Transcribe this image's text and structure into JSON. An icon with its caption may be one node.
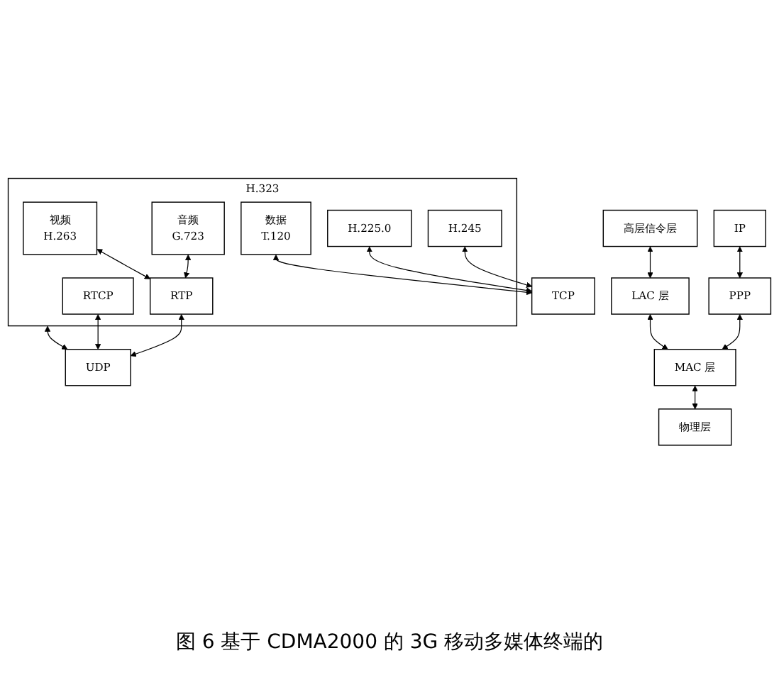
{
  "diagram": {
    "caption": "图 6 基于 CDMA2000 的 3G 移动多媒体终端的",
    "nodes": [
      {
        "text": [
          "H.323"
        ]
      },
      {
        "text": [
          "视频",
          "H.263"
        ],
        "in": 0
      },
      {
        "text": [
          "音频",
          "G.723"
        ],
        "in": 0
      },
      {
        "text": [
          "数据",
          "T.120"
        ],
        "in": 0
      },
      {
        "text": [
          "RTP"
        ],
        "in": 0
      },
      {
        "text": [
          "RTCP"
        ],
        "in": 0
      },
      {
        "text": [
          "H.225.0"
        ],
        "in": 0
      },
      {
        "text": [
          "H.245"
        ],
        "in": 0
      },
      {
        "text": [
          "高层信令层"
        ]
      },
      {
        "text": [
          "UDP"
        ]
      },
      {
        "text": [
          "TCP"
        ]
      },
      {
        "text": [
          "IP"
        ]
      },
      {
        "text": [
          "LAC 层"
        ]
      },
      {
        "text": [
          "PPP"
        ]
      },
      {
        "text": [
          "MAC 层"
        ]
      },
      {
        "text": [
          "物理层"
        ]
      }
    ],
    "edges": [
      {
        "from": 1,
        "to": 4,
        "arrow": "both"
      },
      {
        "from": 2,
        "to": 4,
        "arrow": "both"
      },
      {
        "from": 4,
        "to": 9,
        "arrow": "both"
      },
      {
        "from": 5,
        "to": 9,
        "arrow": "both"
      },
      {
        "from": 0,
        "to": 9,
        "arrow": "both"
      },
      {
        "from": 6,
        "to": 10,
        "arrow": "both"
      },
      {
        "from": 7,
        "to": 10,
        "arrow": "both"
      },
      {
        "from": 3,
        "to": 10,
        "arrow": "both"
      },
      {
        "from": 8,
        "to": 12,
        "arrow": "both"
      },
      {
        "from": 11,
        "to": 13,
        "arrow": "both"
      },
      {
        "from": 12,
        "to": 14,
        "arrow": "both"
      },
      {
        "from": 13,
        "to": 14,
        "arrow": "both"
      },
      {
        "from": 14,
        "to": 15,
        "arrow": "both"
      }
    ]
  }
}
